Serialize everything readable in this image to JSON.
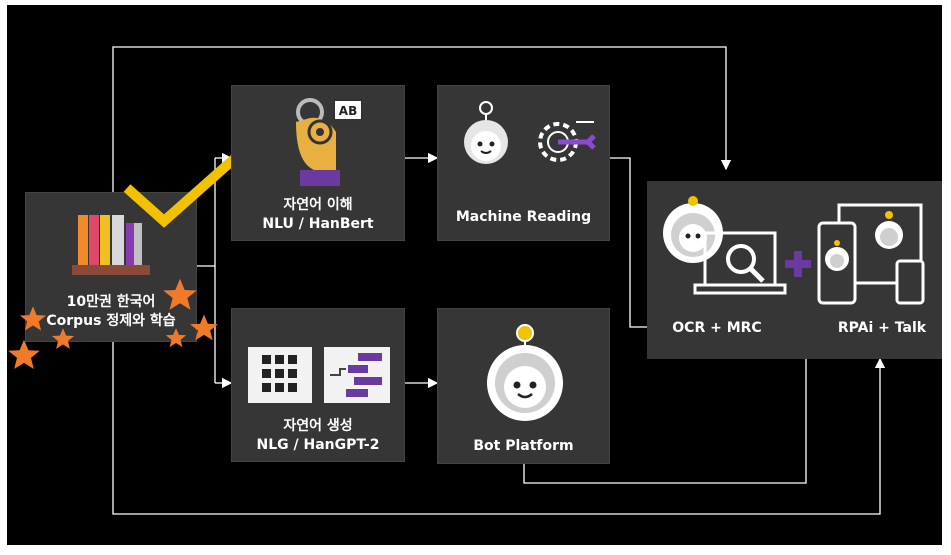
{
  "nodes": {
    "corpus": {
      "line1": "10만권 한국어",
      "line2": "Corpus  정제와 학습"
    },
    "nlu": {
      "line1": "자연어 이해",
      "line2": "NLU / HanBert"
    },
    "mrc": {
      "line1": "Machine Reading"
    },
    "nlg": {
      "line1": "자연어 생성",
      "line2": "NLG / HanGPT-2"
    },
    "bot": {
      "line1": "Bot Platform"
    },
    "ocr": {
      "line1": "OCR + MRC"
    },
    "rpai": {
      "line1": "RPAi + Talk"
    }
  },
  "icons": {
    "corpus": "bookshelf-icon",
    "check": "checkmark-icon",
    "stars": "star-icon",
    "nlu": "person-thinking-ab-icon",
    "mrc_robot": "robot-head-icon",
    "mrc_gear": "gear-wrench-icon",
    "nlg_grid": "grid-icon",
    "nlg_bars": "bars-icon",
    "bot": "robot-head-icon",
    "ocr": "laptop-search-icon",
    "plus": "plus-icon",
    "devices": "devices-icon"
  },
  "colors": {
    "background": "#000000",
    "box": "#363636",
    "line": "#ffffff",
    "check": "#f2c200",
    "star": "#f07a2a",
    "accent_purple": "#6a3aa0"
  }
}
